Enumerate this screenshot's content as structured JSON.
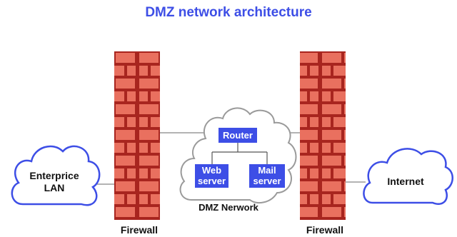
{
  "title": "DMZ network architecture",
  "nodes": {
    "enterprise_lan": "Enterprice LAN",
    "internet": "Internet",
    "router": "Router",
    "web_server": "Web server",
    "mail_server": "Mail server",
    "dmz_network": "DMZ Nerwork",
    "firewall_left": "Firewall",
    "firewall_right": "Firewall"
  },
  "colors": {
    "accent": "#3d4ee6",
    "brick": "#e9705f",
    "mortar": "#a8251f",
    "cloud_outline_dmz": "#9a9a9a",
    "line": "#b3b3b3"
  }
}
